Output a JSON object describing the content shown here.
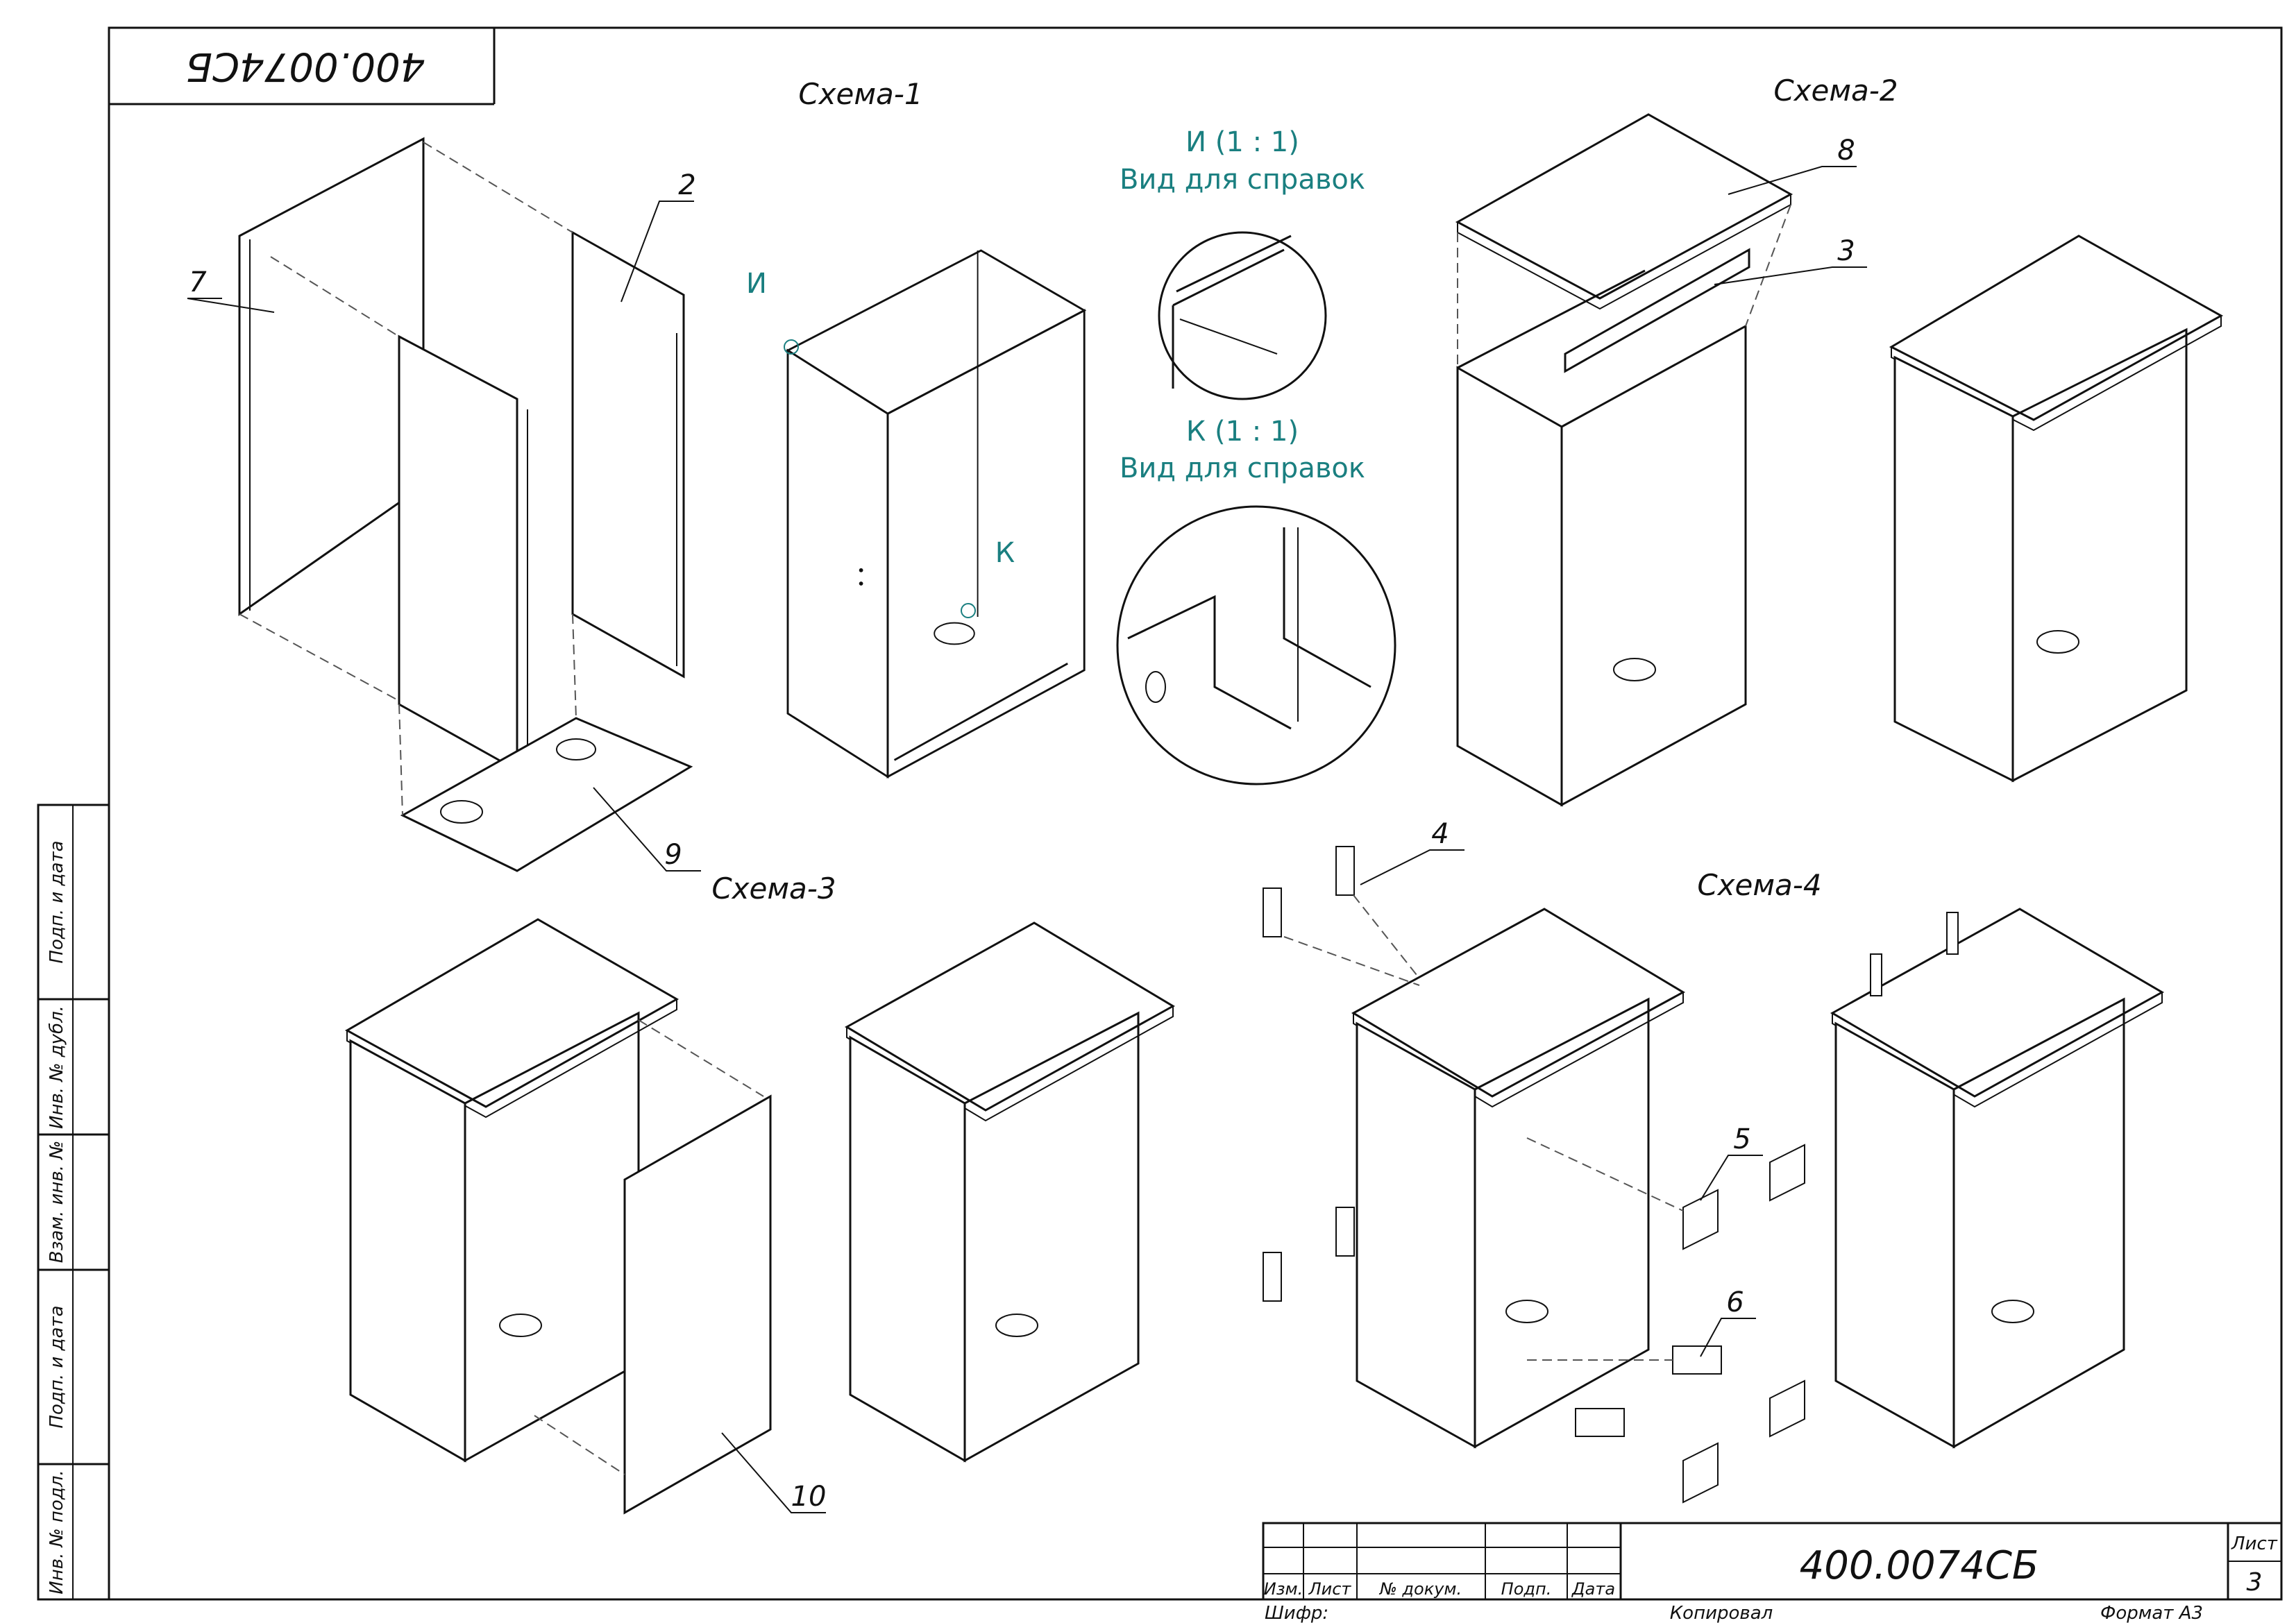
{
  "document": {
    "designation": "400.0074СБ",
    "designation_mirrored": "400.0074СБ"
  },
  "schemes": [
    "Схема-1",
    "Схема-2",
    "Схема-3",
    "Схема-4"
  ],
  "detail_views": [
    {
      "title": "И (1 : 1)",
      "subtitle": "Вид для справок"
    },
    {
      "title": "К (1 : 1)",
      "subtitle": "Вид для справок"
    }
  ],
  "view_markers": [
    "И",
    "К"
  ],
  "callouts": [
    "7",
    "2",
    "9",
    "8",
    "3",
    "10",
    "4",
    "5",
    "6"
  ],
  "side_stamp": [
    "Подп. и дата",
    "Инв. № дубл.",
    "Взам. инв. №",
    "Подп. и дата",
    "Инв. № подл."
  ],
  "title_block": {
    "headers": [
      "Изм.",
      "Лист",
      "№ докум.",
      "Подп.",
      "Дата"
    ],
    "sheet_label": "Лист",
    "sheet_number": "3",
    "code_label": "Шифр:",
    "copied_label": "Копировал",
    "format_label": "Формат А3"
  }
}
